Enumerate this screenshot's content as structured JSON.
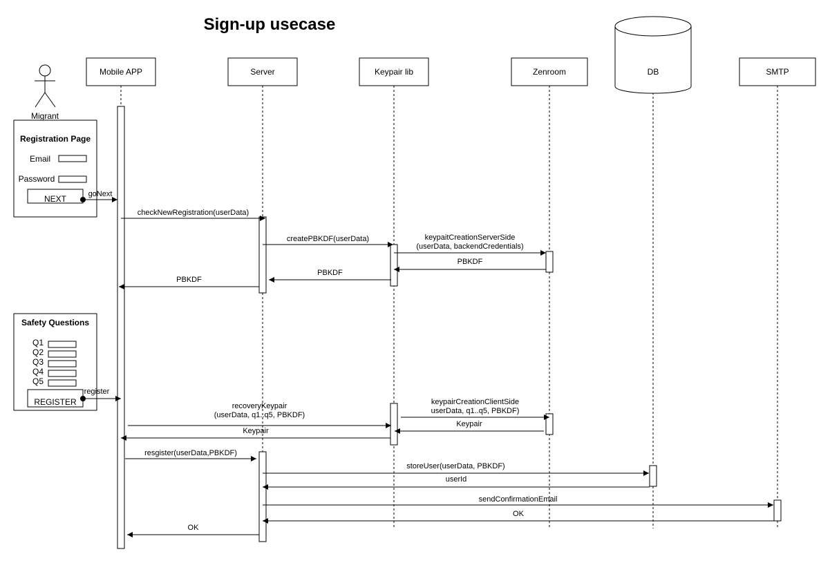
{
  "title": "Sign-up usecase",
  "actor": {
    "label": "Migrant"
  },
  "participants": [
    {
      "id": "app",
      "label": "Mobile APP"
    },
    {
      "id": "server",
      "label": "Server"
    },
    {
      "id": "keypair",
      "label": "Keypair lib"
    },
    {
      "id": "zenroom",
      "label": "Zenroom"
    },
    {
      "id": "db",
      "label": "DB"
    },
    {
      "id": "smtp",
      "label": "SMTP"
    }
  ],
  "registration_page": {
    "title": "Registration Page",
    "email_label": "Email",
    "password_label": "Password",
    "button_label": "NEXT",
    "action_label": "goNext"
  },
  "safety_questions": {
    "title": "Safety Questions",
    "questions": [
      "Q1",
      "Q2",
      "Q3",
      "Q4",
      "Q5"
    ],
    "button_label": "REGISTER",
    "action_label": "register"
  },
  "messages": [
    {
      "from": "app",
      "to": "server",
      "label": [
        "checkNewRegistration(userData)"
      ]
    },
    {
      "from": "server",
      "to": "keypair",
      "label": [
        "createPBKDF(userData)"
      ]
    },
    {
      "from": "keypair",
      "to": "zenroom",
      "label": [
        "keypaitCreationServerSide",
        "(userData, backendCredentials)"
      ]
    },
    {
      "from": "zenroom",
      "to": "keypair",
      "label": [
        "PBKDF"
      ]
    },
    {
      "from": "keypair",
      "to": "server",
      "label": [
        "PBKDF"
      ]
    },
    {
      "from": "server",
      "to": "app",
      "label": [
        "PBKDF"
      ]
    },
    {
      "from": "app",
      "to": "keypair",
      "label": [
        "recoveryKeypair",
        "(userData, q1..q5, PBKDF)"
      ]
    },
    {
      "from": "keypair",
      "to": "zenroom",
      "label": [
        "keypairCreationClientSide",
        "userData, q1..q5, PBKDF)"
      ]
    },
    {
      "from": "zenroom",
      "to": "keypair",
      "label": [
        "Keypair"
      ]
    },
    {
      "from": "keypair",
      "to": "app",
      "label": [
        "Keypair"
      ]
    },
    {
      "from": "app",
      "to": "server",
      "label": [
        "resgister(userData,PBKDF)"
      ]
    },
    {
      "from": "server",
      "to": "db",
      "label": [
        "storeUser(userData, PBKDF)"
      ]
    },
    {
      "from": "db",
      "to": "server",
      "label": [
        "userId"
      ]
    },
    {
      "from": "server",
      "to": "smtp",
      "label": [
        "sendConfirmationEmail"
      ]
    },
    {
      "from": "smtp",
      "to": "server",
      "label": [
        "OK"
      ]
    },
    {
      "from": "server",
      "to": "app",
      "label": [
        "OK"
      ]
    }
  ]
}
